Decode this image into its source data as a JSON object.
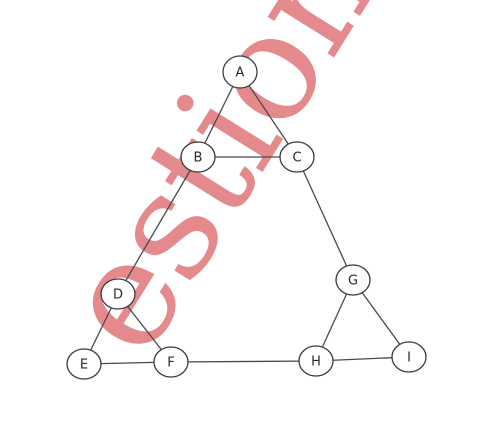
{
  "watermark": {
    "text": "estion",
    "color": "#e58a8c"
  },
  "diagram": {
    "nodes": [
      {
        "id": "A",
        "label": "A"
      },
      {
        "id": "B",
        "label": "B"
      },
      {
        "id": "C",
        "label": "C"
      },
      {
        "id": "D",
        "label": "D"
      },
      {
        "id": "E",
        "label": "E"
      },
      {
        "id": "F",
        "label": "F"
      },
      {
        "id": "G",
        "label": "G"
      },
      {
        "id": "H",
        "label": "H"
      },
      {
        "id": "I",
        "label": "I"
      }
    ],
    "edges": [
      [
        "A",
        "B"
      ],
      [
        "A",
        "C"
      ],
      [
        "B",
        "C"
      ],
      [
        "B",
        "D"
      ],
      [
        "C",
        "G"
      ],
      [
        "D",
        "E"
      ],
      [
        "D",
        "F"
      ],
      [
        "E",
        "F"
      ],
      [
        "F",
        "H"
      ],
      [
        "G",
        "H"
      ],
      [
        "G",
        "I"
      ],
      [
        "H",
        "I"
      ]
    ]
  }
}
